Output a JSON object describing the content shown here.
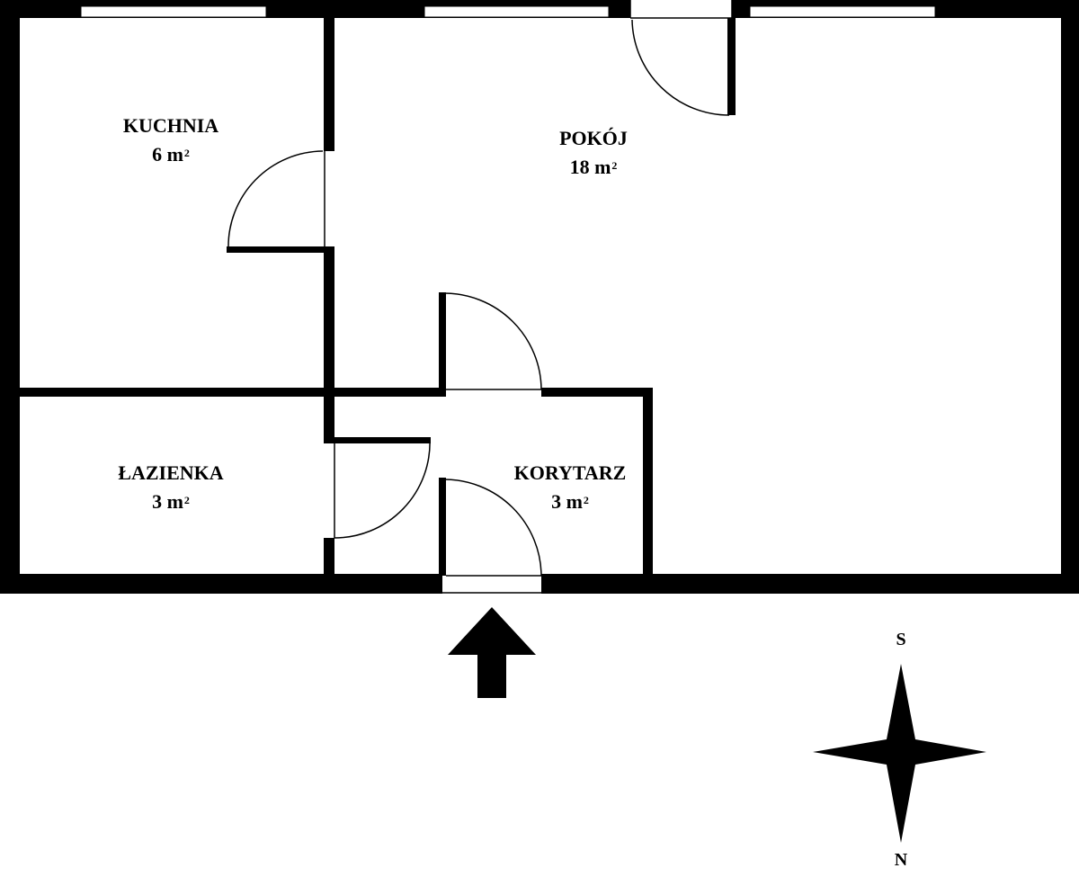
{
  "floor_plan": {
    "colors": {
      "wall": "#000000",
      "background": "#ffffff"
    },
    "rooms": [
      {
        "id": "kuchnia",
        "name": "KUCHNIA",
        "area_number": "6",
        "area_unit": "m",
        "area_exp": "2"
      },
      {
        "id": "pokoj",
        "name": "POKÓJ",
        "area_number": "18",
        "area_unit": "m",
        "area_exp": "2"
      },
      {
        "id": "lazienka",
        "name": "ŁAZIENKA",
        "area_number": "3",
        "area_unit": "m",
        "area_exp": "2"
      },
      {
        "id": "korytarz",
        "name": "KORYTARZ",
        "area_number": "3",
        "area_unit": "m",
        "area_exp": "2"
      }
    ],
    "entrance": {
      "icon": "entrance-arrow-icon"
    },
    "compass": {
      "icon": "compass-rose-icon",
      "top_letter": "S",
      "bottom_letter": "N"
    }
  }
}
